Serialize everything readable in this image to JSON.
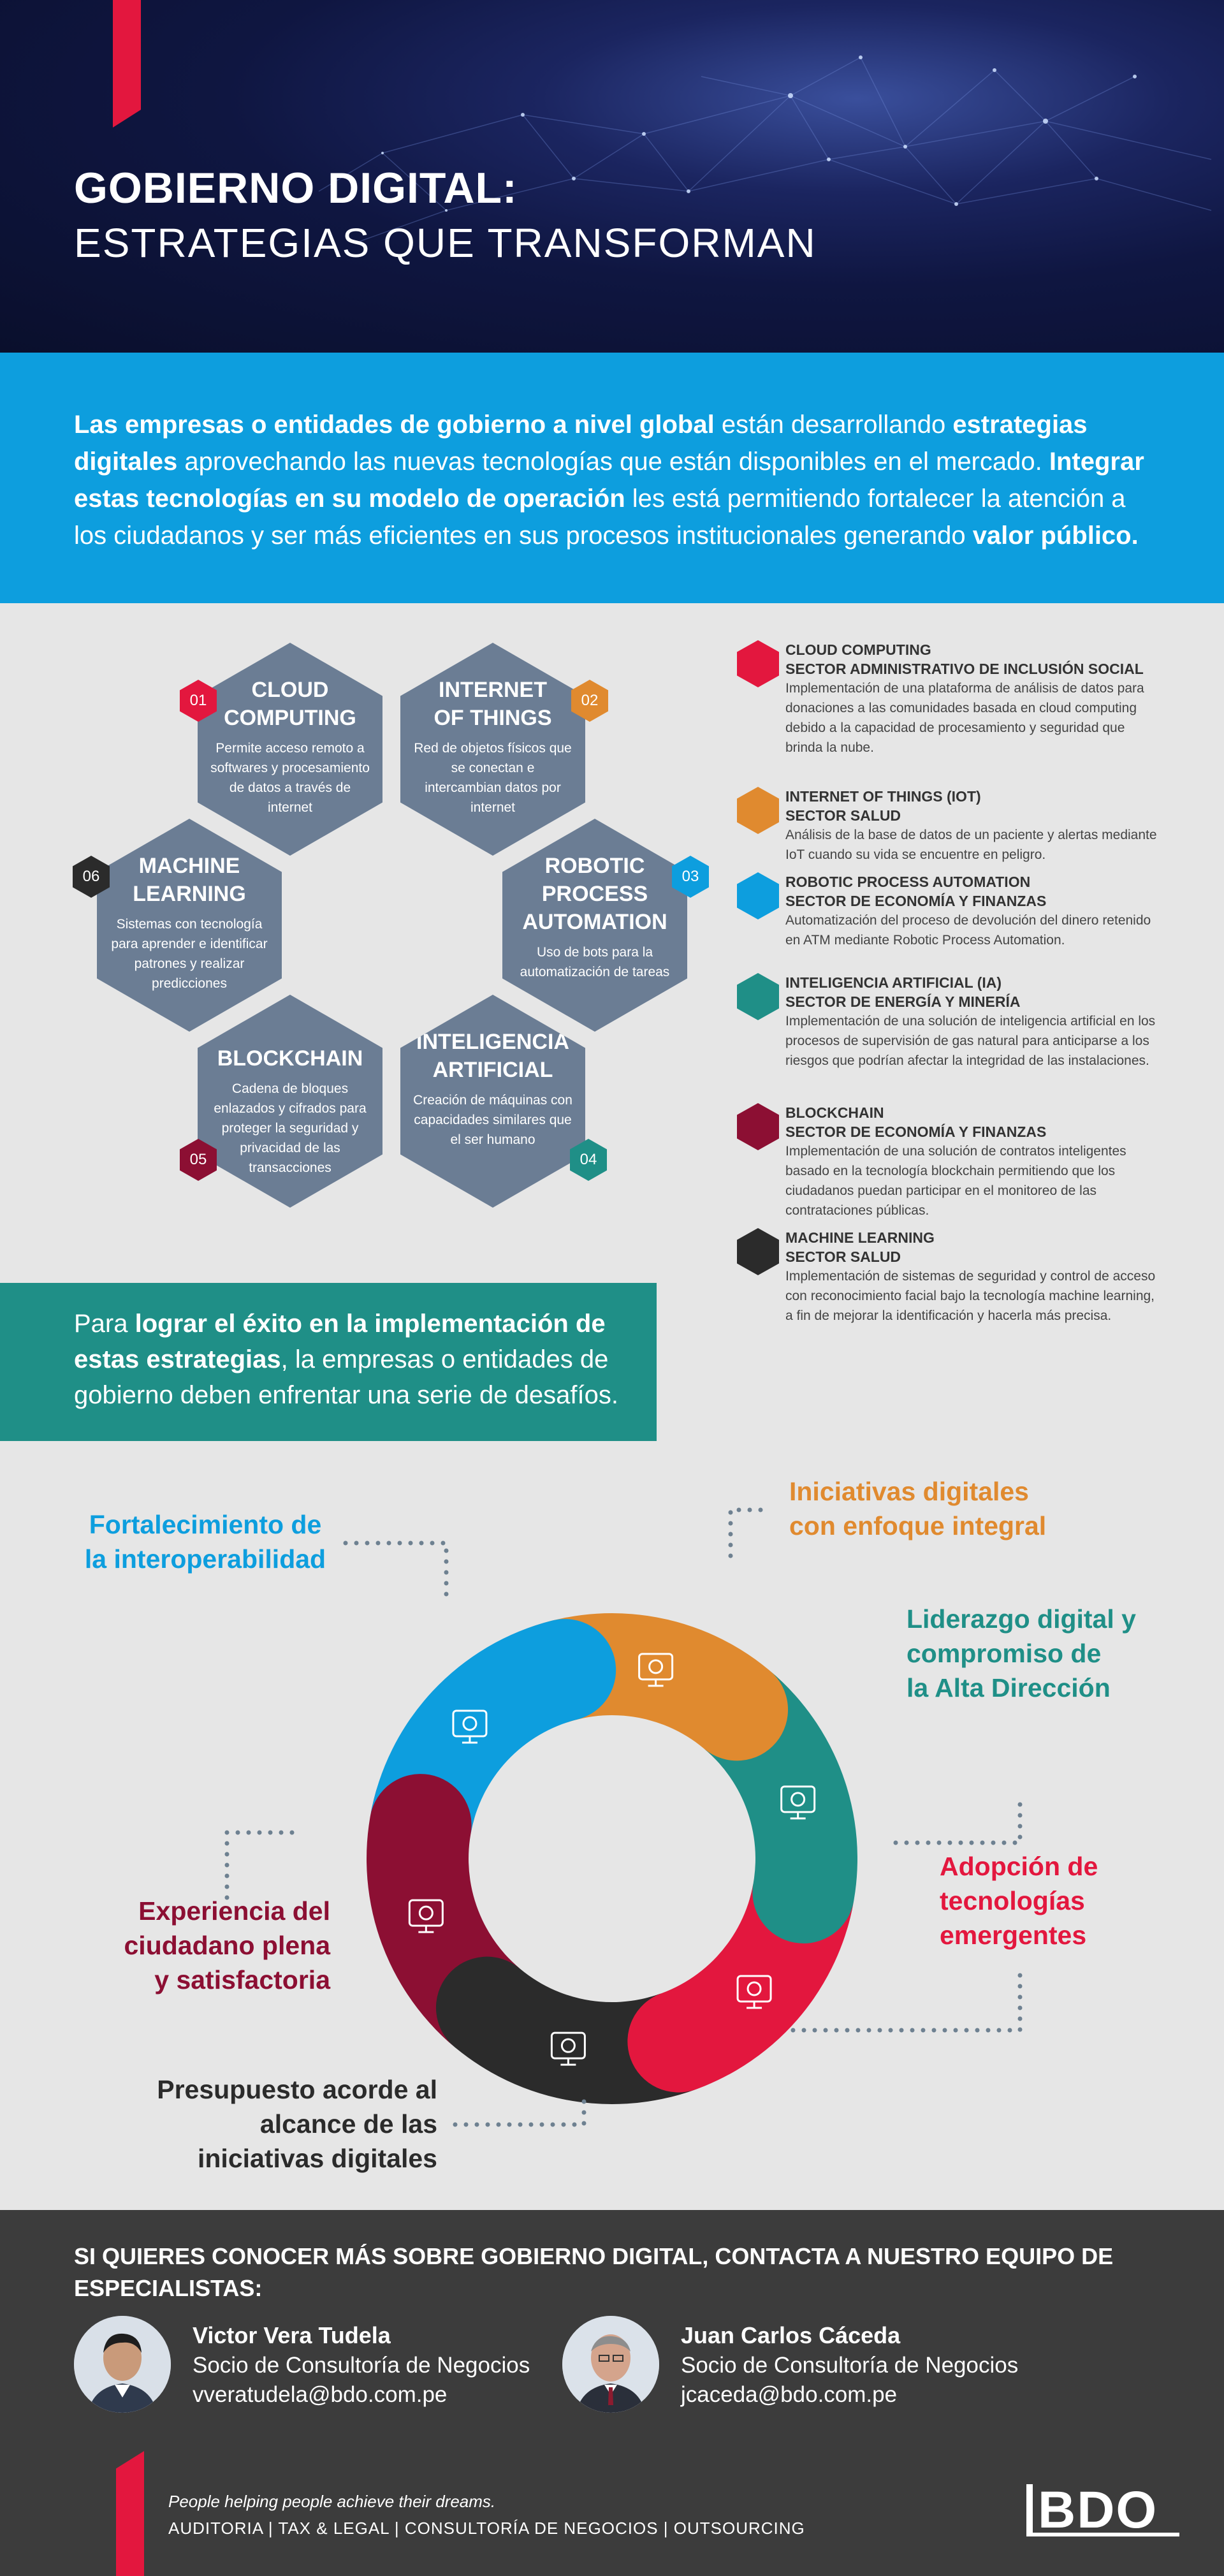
{
  "header": {
    "title_bold": "GOBIERNO DIGITAL:",
    "title_light": "ESTRATEGIAS QUE TRANSFORMAN"
  },
  "intro": {
    "segments": [
      {
        "t": "Las empresas o entidades de gobierno a nivel global",
        "b": true
      },
      {
        "t": " están desarrollando ",
        "b": false
      },
      {
        "t": "estrategias digitales",
        "b": true
      },
      {
        "t": " aprovechando las nuevas tecnologías que están disponibles en el mercado. ",
        "b": false
      },
      {
        "t": "Integrar estas tecnologías en su modelo de operación",
        "b": true
      },
      {
        "t": " les está permitiendo fortalecer la atención a los ciudadanos y ser más eficientes en sus procesos institucionales generando ",
        "b": false
      },
      {
        "t": "valor público.",
        "b": true
      }
    ]
  },
  "technologies": [
    {
      "num": "01",
      "title": "CLOUD\nCOMPUTING",
      "desc": "Permite acceso remoto a softwares y procesamiento de datos a través de internet",
      "color": "#e3173e"
    },
    {
      "num": "02",
      "title": "INTERNET\nOF THINGS",
      "desc": "Red de objetos físicos que se conectan e intercambian datos por internet",
      "color": "#e08a2f"
    },
    {
      "num": "03",
      "title": "ROBOTIC\nPROCESS\nAUTOMATION",
      "desc": "Uso de bots para la automatización de tareas",
      "color": "#0d9ede"
    },
    {
      "num": "04",
      "title": "INTELIGENCIA\nARTIFICIAL",
      "desc": "Creación de máquinas con capacidades similares que el ser humano",
      "color": "#1f8f87"
    },
    {
      "num": "05",
      "title": "BLOCKCHAIN",
      "desc": "Cadena de bloques enlazados y cifrados para proteger la seguridad y privacidad de las transacciones",
      "color": "#8c0f33"
    },
    {
      "num": "06",
      "title": "MACHINE\nLEARNING",
      "desc": "Sistemas con tecnología para aprender e identificar patrones y realizar predicciones",
      "color": "#2b2b2b"
    }
  ],
  "cases": [
    {
      "title": "CLOUD COMPUTING\nSECTOR ADMINISTRATIVO DE INCLUSIÓN SOCIAL",
      "desc": "Implementación de una plataforma de análisis de datos para donaciones a las comunidades basada en cloud computing debido a la capacidad de procesamiento y seguridad que brinda la nube.",
      "color": "#e3173e"
    },
    {
      "title": "INTERNET OF THINGS (IoT)\nSECTOR SALUD",
      "desc": "Análisis de la base de datos de un paciente y alertas mediante IoT cuando su vida se encuentre en peligro.",
      "color": "#e08a2f"
    },
    {
      "title": "ROBOTIC PROCESS AUTOMATION\nSECTOR DE ECONOMÍA Y FINANZAS",
      "desc": "Automatización del proceso de devolución del dinero retenido en ATM mediante Robotic Process Automation.",
      "color": "#0d9ede"
    },
    {
      "title": "INTELIGENCIA ARTIFICIAL (IA)\nSECTOR DE ENERGÍA Y MINERÍA",
      "desc": "Implementación de una solución de inteligencia artificial en los procesos de supervisión de gas natural para anticiparse a los riesgos que podrían afectar la integridad de las instalaciones.",
      "color": "#1f8f87"
    },
    {
      "title": "BLOCKCHAIN\nSECTOR DE ECONOMÍA Y FINANZAS",
      "desc": "Implementación de una solución de contratos inteligentes basado en la tecnología blockchain permitiendo que los ciudadanos puedan participar en el monitoreo de las contrataciones públicas.",
      "color": "#8c0f33"
    },
    {
      "title": "MACHINE LEARNING\nSECTOR SALUD",
      "desc": "Implementación de sistemas de seguridad y control de acceso con reconocimiento facial bajo la tecnología machine learning, a fin de mejorar la identificación y hacerla más precisa.",
      "color": "#2b2b2b"
    }
  ],
  "challenge": {
    "segments": [
      {
        "t": "Para ",
        "b": false
      },
      {
        "t": "lograr el éxito en la implementación de estas estrategias",
        "b": true
      },
      {
        "t": ", la empresas o entidades de gobierno deben enfrentar una serie de desafíos.",
        "b": false
      }
    ]
  },
  "challenges": [
    {
      "label": "Iniciativas digitales\ncon enfoque integral",
      "color": "#e08a2f",
      "icon": "devices-icon"
    },
    {
      "label": "Liderazgo digital y\ncompromiso de\nla Alta Dirección",
      "color": "#1f8f87",
      "icon": "leadership-arrows-icon"
    },
    {
      "label": "Adopción de\ntecnologías\nemergentes",
      "color": "#e3173e",
      "icon": "brain-bulb-icon"
    },
    {
      "label": "Presupuesto acorde al\nalcance de las\niniciativas digitales",
      "color": "#2b2b2b",
      "icon": "calculator-icon"
    },
    {
      "label": "Experiencia del\nciudadano plena\ny satisfactoria",
      "color": "#8c0f33",
      "icon": "citizen-chart-icon"
    },
    {
      "label": "Fortalecimiento de\nla interoperabilidad",
      "color": "#0d9ede",
      "icon": "handshake-gears-icon"
    }
  ],
  "contact": {
    "heading": "SI QUIERES CONOCER MÁS SOBRE GOBIERNO DIGITAL, CONTACTA A NUESTRO EQUIPO DE ESPECIALISTAS:",
    "people": [
      {
        "name": "Victor Vera Tudela",
        "role": "Socio de Consultoría de Negocios",
        "email": "vveratudela@bdo.com.pe"
      },
      {
        "name": "Juan Carlos Cáceda",
        "role": "Socio de Consultoría de Negocios",
        "email": "jcaceda@bdo.com.pe"
      }
    ],
    "tagline": "People helping people achieve their dreams.",
    "services": "AUDITORIA  |  TAX & LEGAL  |  CONSULTORÍA DE NEGOCIOS  |  OUTSOURCING",
    "logo": "BDO"
  }
}
